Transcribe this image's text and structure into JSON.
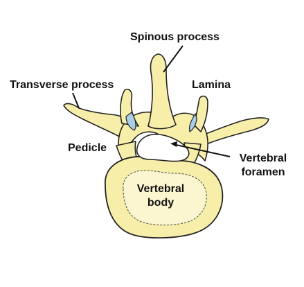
{
  "colors": {
    "bone_fill": "#f6eea9",
    "bone_light": "#fbf6cf",
    "bone_outline": "#222222",
    "cartilage_blue": "#a9cfe6",
    "leader_line": "#111111",
    "background": "#ffffff"
  },
  "labels": {
    "spinous_process": "Spinous process",
    "lamina": "Lamina",
    "transverse_process": "Transverse process",
    "pedicle": "Pedicle",
    "vertebral_foramen_line1": "Vertebral",
    "vertebral_foramen_line2": "foramen",
    "vertebral_body_line1": "Vertebral",
    "vertebral_body_line2": "body"
  }
}
